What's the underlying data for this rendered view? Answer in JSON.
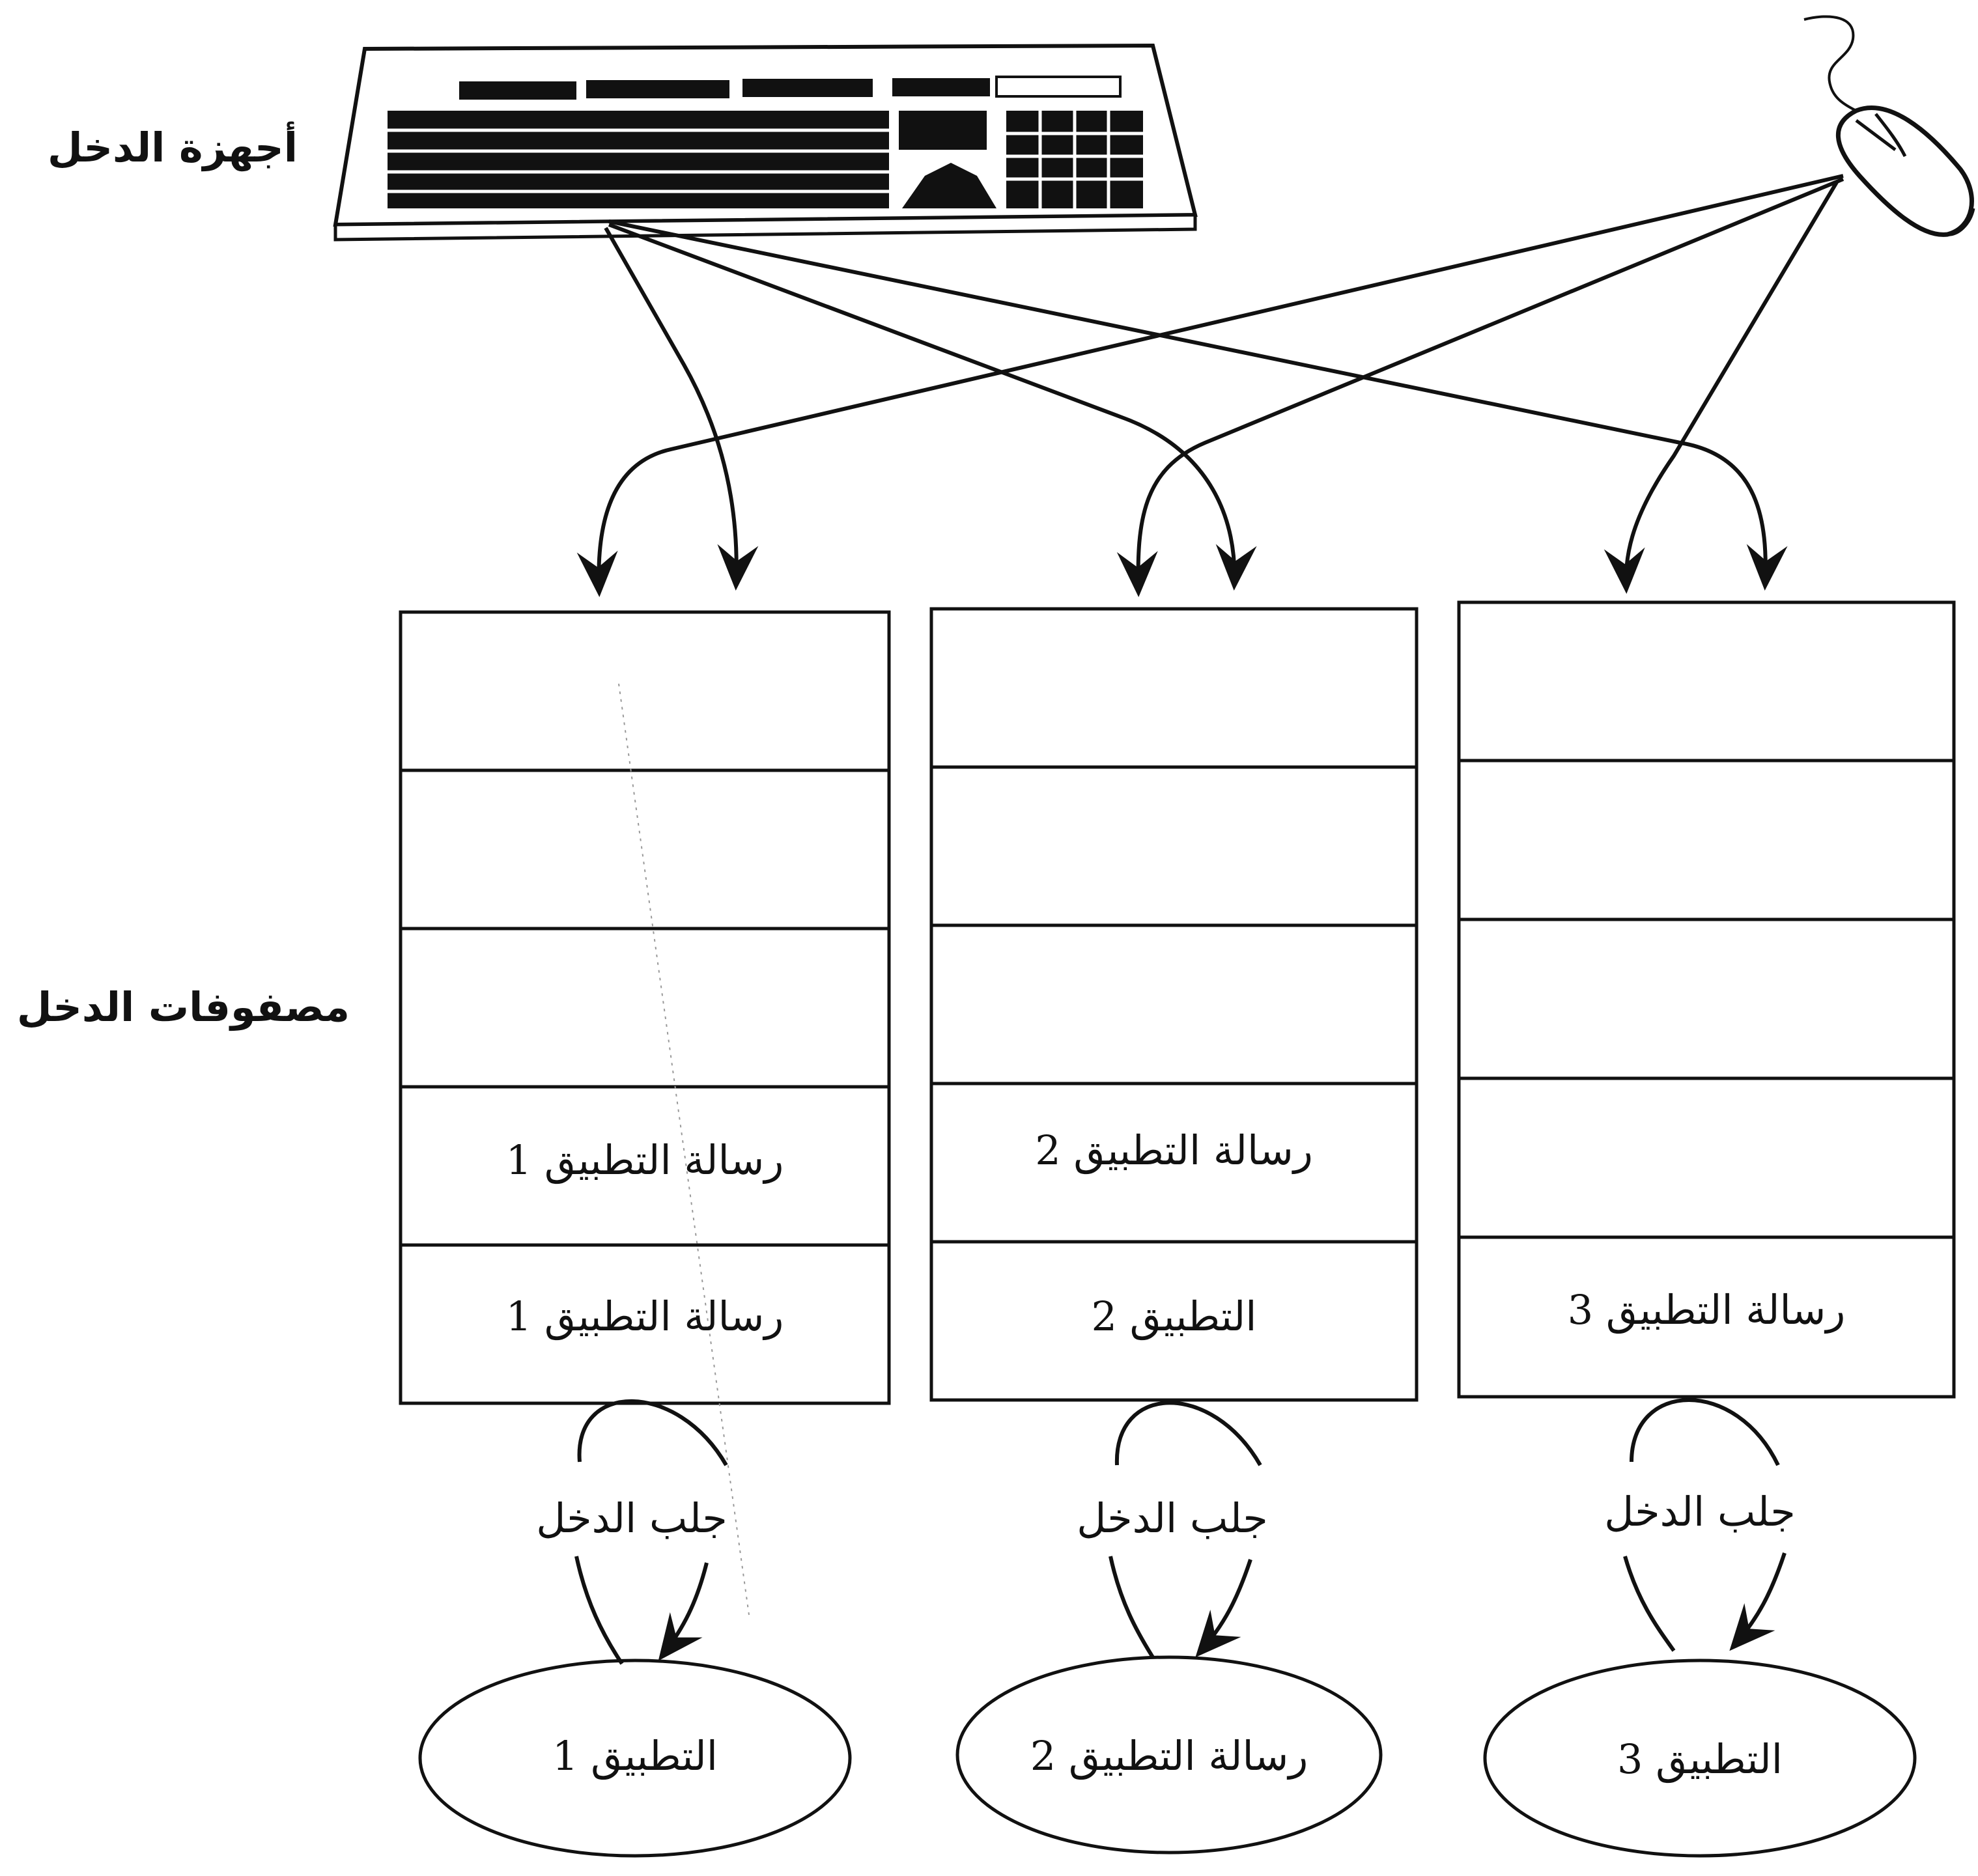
{
  "labels": {
    "input_devices": "أجهزة الدخل",
    "input_queues": "مصفوفات الدخل"
  },
  "queues": [
    {
      "cells": [
        "",
        "",
        "",
        "رسالة التطبيق 1",
        "رسالة التطبيق 1"
      ]
    },
    {
      "cells": [
        "",
        "",
        "",
        "رسالة التطبيق 2",
        "التطبيق 2"
      ]
    },
    {
      "cells": [
        "",
        "",
        "",
        "",
        "رسالة التطبيق 3"
      ]
    }
  ],
  "fetch_labels": [
    "جلب الدخل",
    "جلب الدخل",
    "جلب الدخل"
  ],
  "apps": [
    "التطبيق 1",
    "رسالة التطبيق 2",
    "التطبيق 3"
  ],
  "icons": {
    "keyboard": "keyboard-icon",
    "mouse": "mouse-icon"
  }
}
